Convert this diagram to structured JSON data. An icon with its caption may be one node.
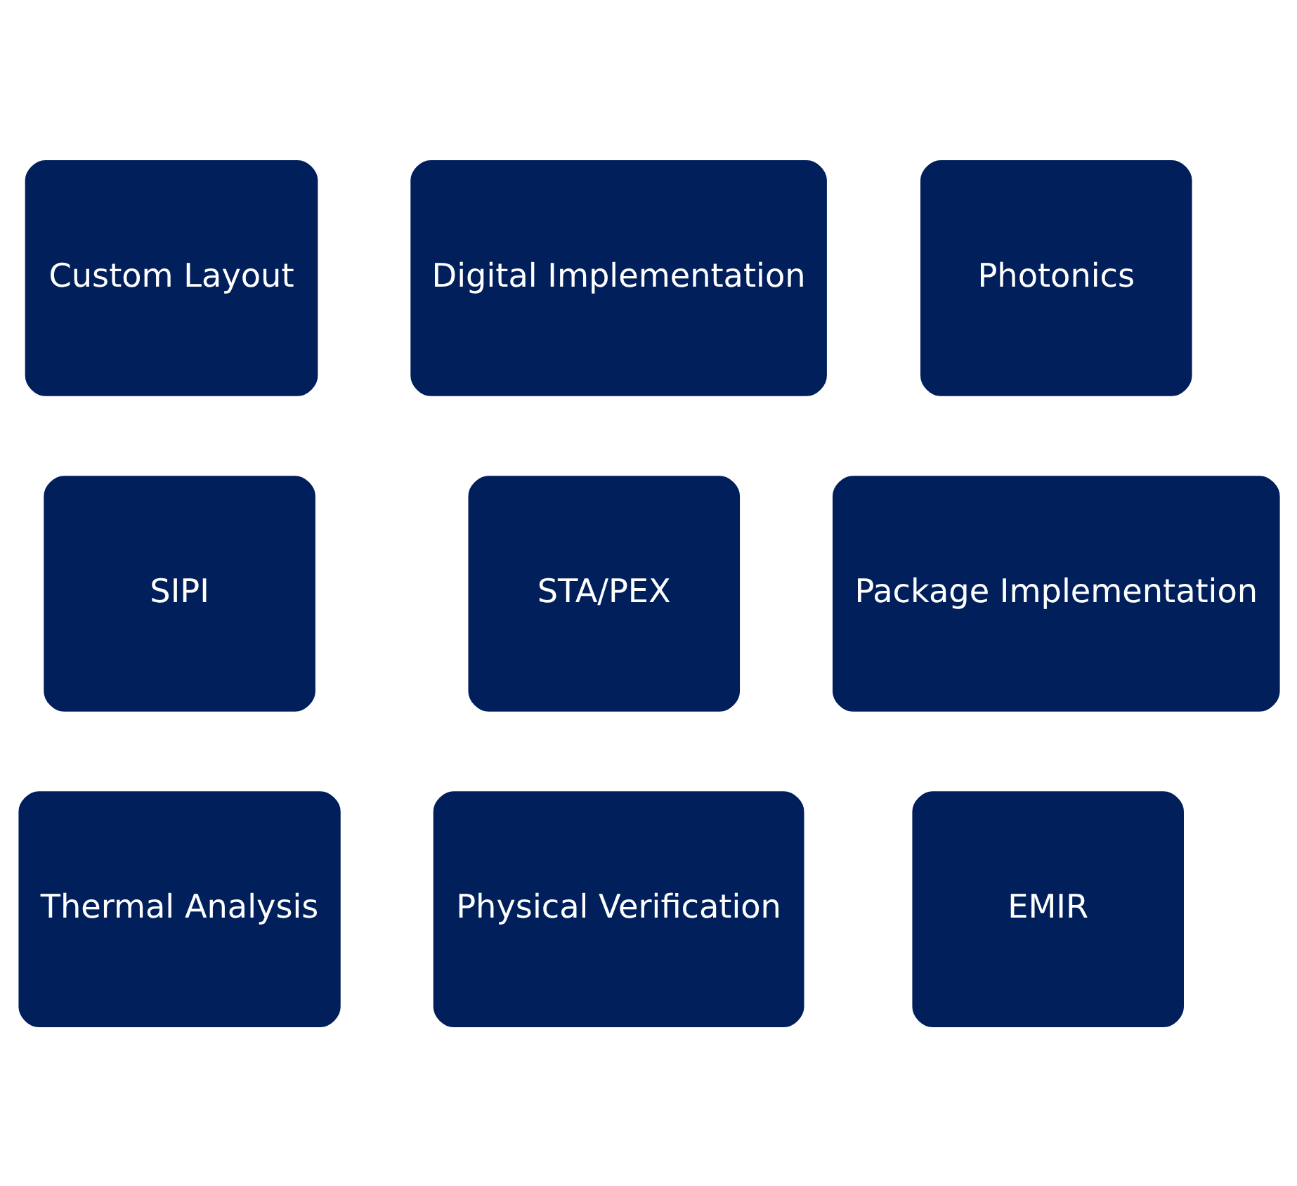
{
  "diagram": {
    "nodes": [
      {
        "text": [
          "Custom Layout"
        ]
      },
      {
        "text": [
          "Digital Implementation"
        ]
      },
      {
        "text": [
          "Photonics"
        ]
      },
      {
        "text": [
          "SIPI"
        ]
      },
      {
        "text": [
          "Package Implementation"
        ]
      },
      {
        "text": [
          "STA/PEX"
        ]
      },
      {
        "text": [
          "Thermal Analysis"
        ]
      },
      {
        "text": [
          "EMIR"
        ]
      },
      {
        "text": [
          "Physical Verification"
        ]
      }
    ]
  }
}
